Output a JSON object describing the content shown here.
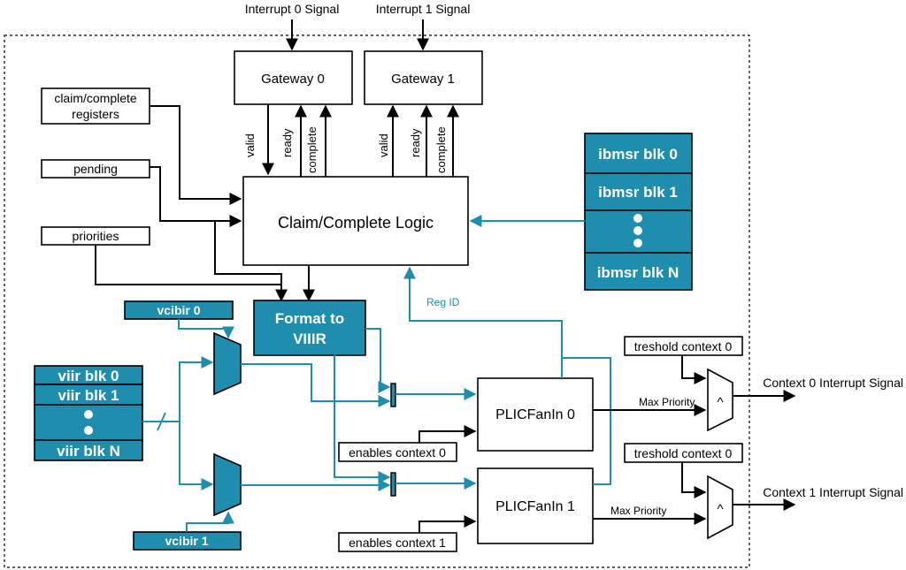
{
  "signals": {
    "interrupt0": "Interrupt 0 Signal",
    "interrupt1": "Interrupt 1 Signal",
    "context0_out": "Context 0 Interrupt Signal",
    "context1_out": "Context 1 Interrupt Signal",
    "valid": "valid",
    "ready": "ready",
    "complete": "complete",
    "reg_id": "Reg ID",
    "max_priority": "Max Priority"
  },
  "blocks": {
    "gateway0": "Gateway 0",
    "gateway1": "Gateway 1",
    "claim_complete_registers_line1": "claim/complete",
    "claim_complete_registers_line2": "registers",
    "pending": "pending",
    "priorities": "priorities",
    "claim_logic": "Claim/Complete Logic",
    "format_line1": "Format to",
    "format_line2": "VIIIR",
    "vcibir0": "vcibir 0",
    "vcibir1": "vcibir 1",
    "plic0": "PLICFanIn 0",
    "plic1": "PLICFanIn 1",
    "enables0": "enables context 0",
    "enables1": "enables context 1",
    "threshold0": "treshold context 0",
    "threshold1": "treshold context 0",
    "comparator_symbol": "^"
  },
  "ibmsr": [
    "ibmsr blk 0",
    "ibmsr blk 1",
    "ibmsr blk N"
  ],
  "viir": [
    "viir blk 0",
    "viir blk 1",
    "viir blk N"
  ],
  "colors": {
    "teal": "#1f8eae",
    "black": "#000000"
  }
}
